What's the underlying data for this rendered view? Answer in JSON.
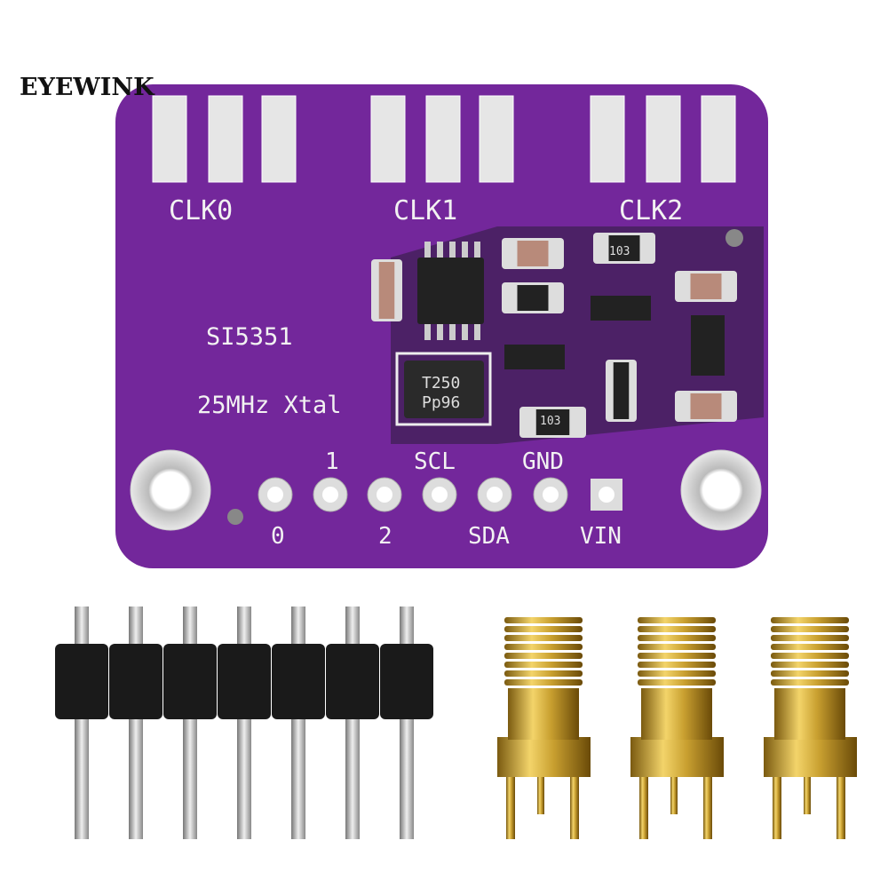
{
  "watermark": "EYEWINK",
  "board": {
    "color": "#73279b",
    "clock_labels": [
      "CLK0",
      "CLK1",
      "CLK2"
    ],
    "chip_name": "SI5351",
    "crystal_label": "25MHz Xtal",
    "crystal_marking": [
      "T250",
      "Pp96"
    ],
    "resistor_marking": "103",
    "pin_labels_top": [
      "1",
      "SCL",
      "GND"
    ],
    "pin_labels_bottom": [
      "0",
      "2",
      "SDA",
      "VIN"
    ]
  },
  "accessories": {
    "header_pin_count": 7,
    "sma_connector_count": 3
  }
}
